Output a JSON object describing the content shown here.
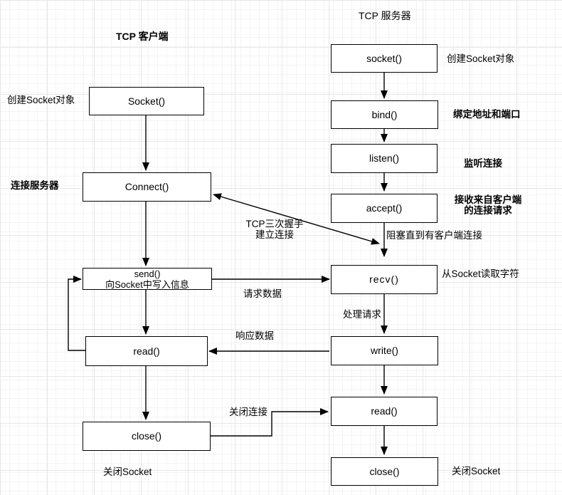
{
  "diagram": {
    "client": {
      "title": "TCP 客户端",
      "nodes": {
        "socket": "Socket()",
        "connect": "Connect()",
        "send_line1": "send()",
        "send_line2": "向Socket中写入信息",
        "read": "read()",
        "close": "close()"
      },
      "annotations": {
        "create_socket": "创建Socket对象",
        "connect_server": "连接服务器",
        "close_socket": "关闭Socket"
      }
    },
    "server": {
      "title": "TCP 服务器",
      "nodes": {
        "socket": "socket()",
        "bind": "bind()",
        "listen": "listen()",
        "accept": "accept()",
        "recv": "recv()",
        "write": "write()",
        "read": "read()",
        "close": "close()"
      },
      "annotations": {
        "create_socket": "创建Socket对象",
        "bind": "绑定地址和端口",
        "listen": "监听连接",
        "accept_line1": "接收来自客户端",
        "accept_line2": "的连接请求",
        "block_until_connect": "阻塞直到有客户端连接",
        "read_from_socket": "从Socket读取字符",
        "handle_request": "处理请求",
        "close_socket": "关闭Socket"
      }
    },
    "edges": {
      "handshake_line1": "TCP三次握手",
      "handshake_line2": "建立连接",
      "request_data": "请求数据",
      "response_data": "响应数据",
      "close_connection": "关闭连接"
    },
    "colors": {
      "stroke": "#000000",
      "node_fill": "#ffffff",
      "grid_minor": "#f4f4f4",
      "grid_major": "#e7e7e7"
    }
  }
}
